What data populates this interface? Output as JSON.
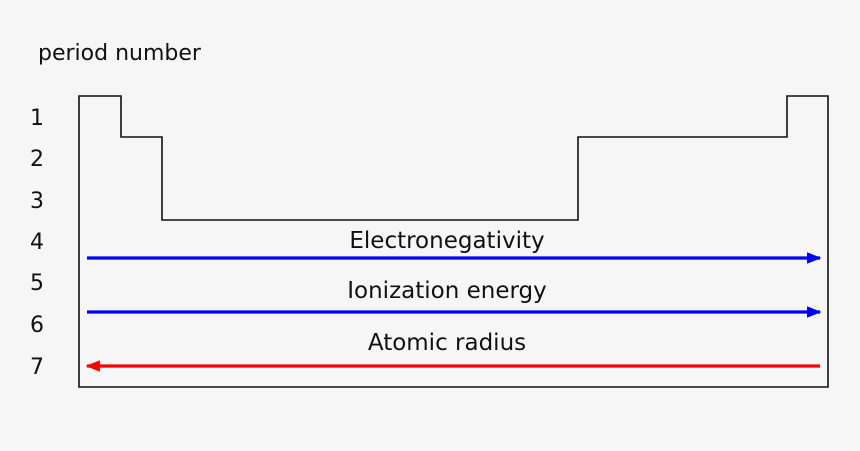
{
  "heading": "period number",
  "periods": [
    "1",
    "2",
    "3",
    "4",
    "5",
    "6",
    "7"
  ],
  "trends": [
    {
      "label": "Electronegativity",
      "direction": "right",
      "color": "#0000ff"
    },
    {
      "label": "Ionization energy",
      "direction": "right",
      "color": "#0000ff"
    },
    {
      "label": "Atomic radius",
      "direction": "left",
      "color": "#ff0000"
    }
  ]
}
